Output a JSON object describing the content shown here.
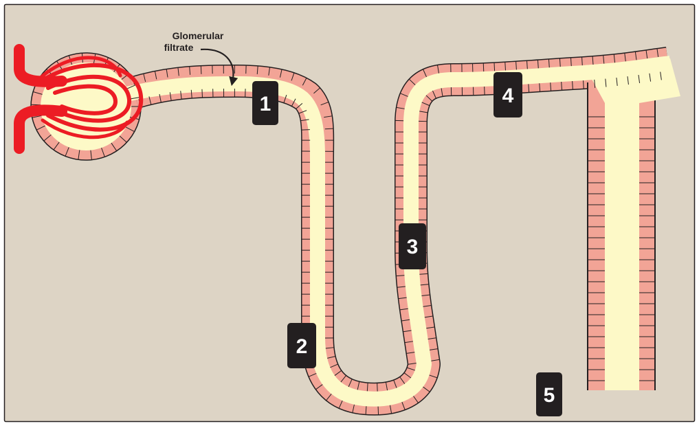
{
  "colors": {
    "background": "#ddd4c5",
    "frame": "#231f20",
    "lumen": "#fdf9c7",
    "epithelium": "#f2a496",
    "epithelium_outline": "#231f20",
    "vessel": "#ec1c24",
    "badge": "#231f20",
    "badge_text": "#ffffff"
  },
  "annotation": {
    "line1": "Glomerular",
    "line2": "filtrate"
  },
  "labels": [
    {
      "id": "1",
      "text": "1"
    },
    {
      "id": "2",
      "text": "2"
    },
    {
      "id": "3",
      "text": "3"
    },
    {
      "id": "4",
      "text": "4"
    },
    {
      "id": "5",
      "text": "5"
    }
  ],
  "icons": {
    "glomerulus": "glomerulus-capillary-tuft-icon",
    "arrow": "curved-arrow-icon"
  }
}
